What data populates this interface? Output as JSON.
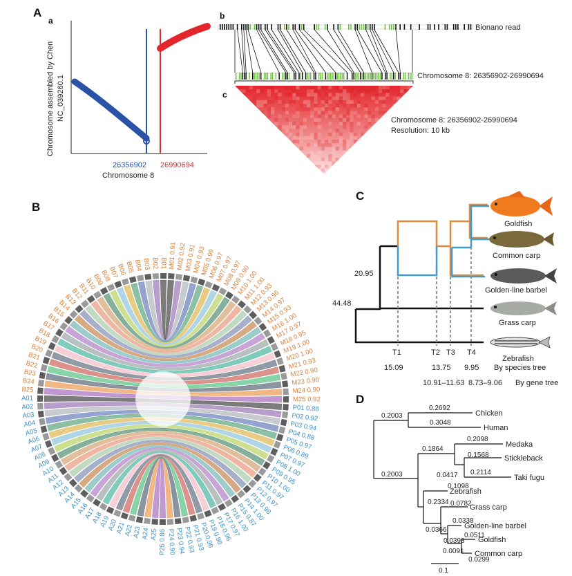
{
  "panel_labels": {
    "A": "A",
    "B": "B",
    "C": "C",
    "D": "D"
  },
  "panel_a": {
    "sub_a": "a",
    "sub_b": "b",
    "sub_c": "c",
    "ylabel_line1": "Chromosome assembled by Chen",
    "ylabel_line2": "NC_039260.1",
    "break_left": "26356902",
    "break_right": "26990694",
    "xlabel": "Chromosome 8",
    "bionano_label": "Bionano read",
    "chr_label_b": "Chromosome 8: 26356902-26990694",
    "chr_label_c": "Chromosome 8: 26356902-26990694",
    "resolution": "Resolution: 10 kb",
    "colors": {
      "blue": "#2a52a6",
      "red": "#e3262b",
      "green": "#6fc33e"
    }
  },
  "panel_b": {
    "chromosomes": {
      "B": [
        "B01",
        "B02",
        "B03",
        "B04",
        "B05",
        "B06",
        "B07",
        "B08",
        "B09",
        "B10",
        "B11",
        "B12",
        "B13",
        "B14",
        "B15",
        "B16",
        "B17",
        "B18",
        "B19",
        "B20",
        "B21",
        "B22",
        "B23",
        "B24",
        "B25"
      ],
      "A": [
        "A01",
        "A02",
        "A03",
        "A04",
        "A05",
        "A06",
        "A07",
        "A08",
        "A09",
        "A10",
        "A11",
        "A12",
        "A13",
        "A14",
        "A15",
        "A16",
        "A17",
        "A18",
        "A19",
        "A20",
        "A21",
        "A22",
        "A23",
        "A24",
        "A25"
      ],
      "M": [
        {
          "id": "M01",
          "v": "0.91"
        },
        {
          "id": "M02",
          "v": "0.92"
        },
        {
          "id": "M03",
          "v": "0.91"
        },
        {
          "id": "M04",
          "v": "0.93"
        },
        {
          "id": "M05",
          "v": "0.99"
        },
        {
          "id": "M06",
          "v": "0.97"
        },
        {
          "id": "M07",
          "v": "0.97"
        },
        {
          "id": "M08",
          "v": "0.97"
        },
        {
          "id": "M09",
          "v": "0.90"
        },
        {
          "id": "M10",
          "v": "1.00"
        },
        {
          "id": "M11",
          "v": "1.00"
        },
        {
          "id": "M12",
          "v": "0.93"
        },
        {
          "id": "M13",
          "v": "0.96"
        },
        {
          "id": "M14",
          "v": "0.97"
        },
        {
          "id": "M15",
          "v": "0.93"
        },
        {
          "id": "M16",
          "v": "1.00"
        },
        {
          "id": "M17",
          "v": "0.97"
        },
        {
          "id": "M18",
          "v": "0.95"
        },
        {
          "id": "M19",
          "v": "1.00"
        },
        {
          "id": "M20",
          "v": "1.00"
        },
        {
          "id": "M21",
          "v": "0.93"
        },
        {
          "id": "M22",
          "v": "0.90"
        },
        {
          "id": "M23",
          "v": "0.90"
        },
        {
          "id": "M24",
          "v": "0.90"
        },
        {
          "id": "M25",
          "v": "0.92"
        }
      ],
      "P": [
        {
          "id": "P01",
          "v": "0.88"
        },
        {
          "id": "P02",
          "v": "0.92"
        },
        {
          "id": "P03",
          "v": "0.94"
        },
        {
          "id": "P04",
          "v": "0.88"
        },
        {
          "id": "P05",
          "v": "0.97"
        },
        {
          "id": "P06",
          "v": "0.89"
        },
        {
          "id": "P07",
          "v": "0.97"
        },
        {
          "id": "P08",
          "v": "1.00"
        },
        {
          "id": "P09",
          "v": "0.95"
        },
        {
          "id": "P10",
          "v": "1.00"
        },
        {
          "id": "P11",
          "v": "0.97"
        },
        {
          "id": "P12",
          "v": "0.97"
        },
        {
          "id": "P13",
          "v": "0.98"
        },
        {
          "id": "P14",
          "v": "1.00"
        },
        {
          "id": "P15",
          "v": "0.87"
        },
        {
          "id": "P16",
          "v": "1.00"
        },
        {
          "id": "P17",
          "v": "0.97"
        },
        {
          "id": "P18",
          "v": "0.96"
        },
        {
          "id": "P19",
          "v": "0.98"
        },
        {
          "id": "P20",
          "v": "0.96"
        },
        {
          "id": "P21",
          "v": "0.93"
        },
        {
          "id": "P22",
          "v": "0.93"
        },
        {
          "id": "P23",
          "v": "0.94"
        },
        {
          "id": "P24",
          "v": "0.90"
        },
        {
          "id": "P25",
          "v": "0.86"
        }
      ]
    },
    "colors": {
      "orange_text": "#d9803a",
      "blue_text": "#3a8fc4"
    }
  },
  "panel_c": {
    "node_20": "20.95",
    "node_44": "44.48",
    "species": [
      "Goldfish",
      "Common carp",
      "Golden-line barbel",
      "Grass carp",
      "Zebrafish"
    ],
    "t_labels": [
      "T1",
      "T2",
      "T3",
      "T4"
    ],
    "species_tree_values": [
      "15.09",
      "13.75",
      "9.95"
    ],
    "species_tree_caption": "By species tree",
    "gene_tree_values": [
      "10.91–11.63",
      "8.73–9.06"
    ],
    "gene_tree_caption": "By gene tree",
    "colors": {
      "orange": "#e08a3c",
      "blue": "#3e9ad1"
    }
  },
  "panel_d": {
    "taxa": [
      "Chicken",
      "Human",
      "Medaka",
      "Stickleback",
      "Taki fugu",
      "Zebrafish",
      "Grass carp",
      "Golden-line barbel",
      "Goldfish",
      "Common carp"
    ],
    "branch_labels": [
      "0.2003",
      "0.2692",
      "0.3048",
      "0.2098",
      "0.1864",
      "0.1568",
      "0.2114",
      "0.0417",
      "0.2003",
      "0.1098",
      "0.2334",
      "0.0782",
      "0.0338",
      "0.0366",
      "0.0511",
      "0.0398",
      "0.0091",
      "0.0299"
    ],
    "scale_label": "0.1"
  }
}
